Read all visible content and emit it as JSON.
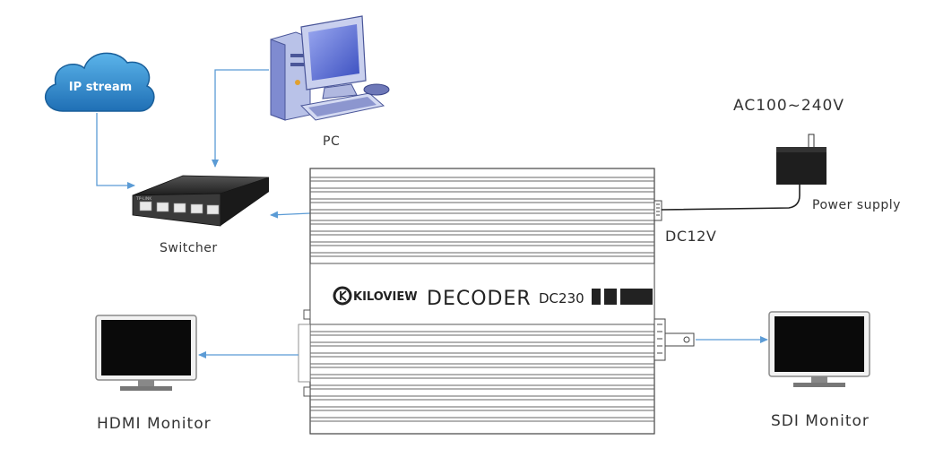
{
  "cloud": {
    "label": "IP stream"
  },
  "pc": {
    "label": "PC"
  },
  "switcher": {
    "label": "Switcher",
    "brand": "TP-LINK"
  },
  "power_supply": {
    "label": "Power supply",
    "voltage": "AC100~240V"
  },
  "dc_input": {
    "label": "DC12V"
  },
  "decoder": {
    "brand": "KILOVIEW",
    "title": "DECODER",
    "model": "DC230"
  },
  "hdmi_monitor": {
    "label": "HDMI Monitor"
  },
  "sdi_monitor": {
    "label": "SDI Monitor"
  },
  "colors": {
    "cloud": "#3a8fd0",
    "arrow": "#5b9bd5",
    "device_line": "#444444"
  }
}
